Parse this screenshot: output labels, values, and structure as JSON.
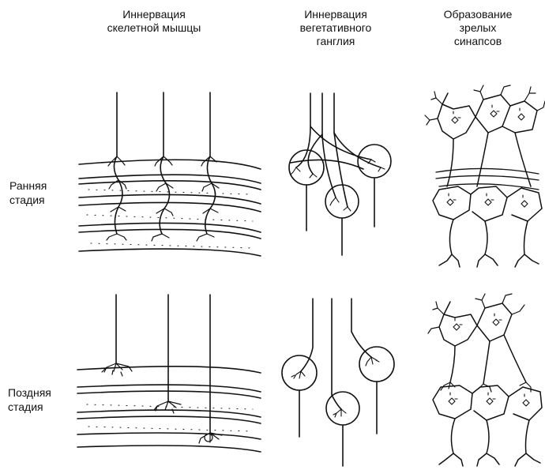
{
  "columns": [
    {
      "title_lines": [
        "Иннервация",
        "скелетной мышцы"
      ]
    },
    {
      "title_lines": [
        "Иннервация",
        "вегетативного",
        "ганглия"
      ]
    },
    {
      "title_lines": [
        "Образование",
        "зрелых",
        "синапсов"
      ]
    }
  ],
  "rows": [
    {
      "label_lines": [
        "Ранняя",
        "стадия"
      ]
    },
    {
      "label_lines": [
        "Поздняя",
        "стадия"
      ]
    }
  ]
}
